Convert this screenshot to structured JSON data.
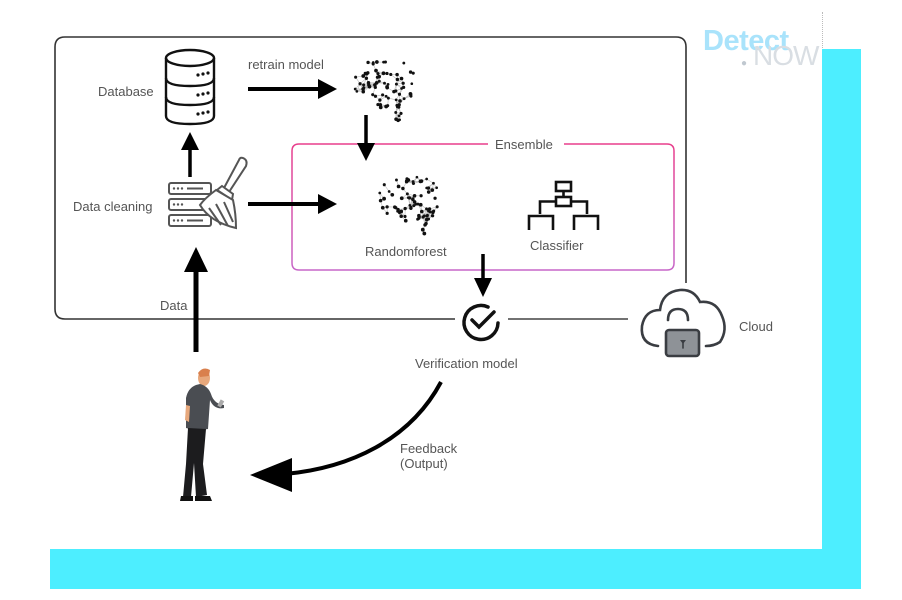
{
  "logo": {
    "part1": "Detect",
    "part2": "NOW",
    "colors": {
      "detect": "#a9e3fb",
      "now": "#d9dee3"
    }
  },
  "colors": {
    "accent_frame": "#4deeff",
    "ensemble_border": "#e0408a",
    "outline": "#333333",
    "label_text": "#555555",
    "arrow": "#000000"
  },
  "nodes": {
    "database": {
      "label": "Database",
      "icon": "database-icon"
    },
    "data_cleaning": {
      "label": "Data cleaning",
      "icon": "server-broom-icon"
    },
    "retrain_brain": {
      "icon": "neural-brain-icon"
    },
    "ensemble": {
      "title": "Ensemble",
      "members": [
        {
          "label": "Randomforest",
          "icon": "neural-brain-icon"
        },
        {
          "label": "Classifier",
          "icon": "hierarchy-tree-icon"
        }
      ]
    },
    "verification": {
      "label": "Verification model",
      "icon": "check-circle-icon"
    },
    "cloud": {
      "label": "Cloud",
      "icon": "cloud-unlock-icon"
    },
    "user": {
      "icon": "person-with-phone-icon"
    }
  },
  "edges": {
    "retrain": "retrain model",
    "data": "Data",
    "feedback_line1": "Feedback",
    "feedback_line2": "(Output)"
  }
}
